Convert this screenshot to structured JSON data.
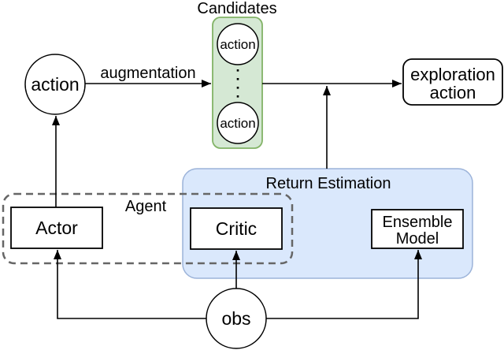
{
  "diagram": {
    "type": "rl-exploration-architecture",
    "colors": {
      "background": "#ffffff",
      "candidates_fill": "#d5e8d4",
      "candidates_stroke": "#82b366",
      "return_estimation_fill": "#dae8fc",
      "return_estimation_stroke": "#9cb3d9",
      "agent_dashed_stroke": "#666666",
      "node_fill": "#ffffff",
      "node_stroke": "#000000",
      "line_color": "#000000",
      "text_color": "#000000"
    },
    "groups": {
      "candidates": {
        "label": "Candidates"
      },
      "return_estimation": {
        "label": "Return Estimation"
      },
      "agent": {
        "label": "Agent"
      }
    },
    "nodes": {
      "action_source": {
        "label": "action",
        "shape": "circle"
      },
      "candidate_action_top": {
        "label": "action",
        "shape": "circle"
      },
      "candidate_action_bottom": {
        "label": "action",
        "shape": "circle"
      },
      "exploration_action": {
        "label_line1": "exploration",
        "label_line2": "action",
        "shape": "rounded-rect"
      },
      "actor": {
        "label": "Actor",
        "shape": "rect"
      },
      "critic": {
        "label": "Critic",
        "shape": "rect"
      },
      "ensemble_model": {
        "label_line1": "Ensemble",
        "label_line2": "Model",
        "shape": "rect"
      },
      "obs": {
        "label": "obs",
        "shape": "circle"
      }
    },
    "edges": {
      "augmentation": {
        "label": "augmentation",
        "from": "action_source",
        "to": "candidates"
      },
      "candidates_to_exploration": {
        "label": "",
        "from": "candidates",
        "to": "exploration_action"
      },
      "return_to_exploration_line": {
        "label": "",
        "from": "return_estimation",
        "to": "candidates_to_exploration"
      },
      "actor_to_action": {
        "label": "",
        "from": "actor",
        "to": "action_source"
      },
      "obs_to_actor": {
        "label": "",
        "from": "obs",
        "to": "actor"
      },
      "obs_to_critic": {
        "label": "",
        "from": "obs",
        "to": "critic"
      },
      "obs_to_ensemble": {
        "label": "",
        "from": "obs",
        "to": "ensemble_model"
      }
    }
  }
}
